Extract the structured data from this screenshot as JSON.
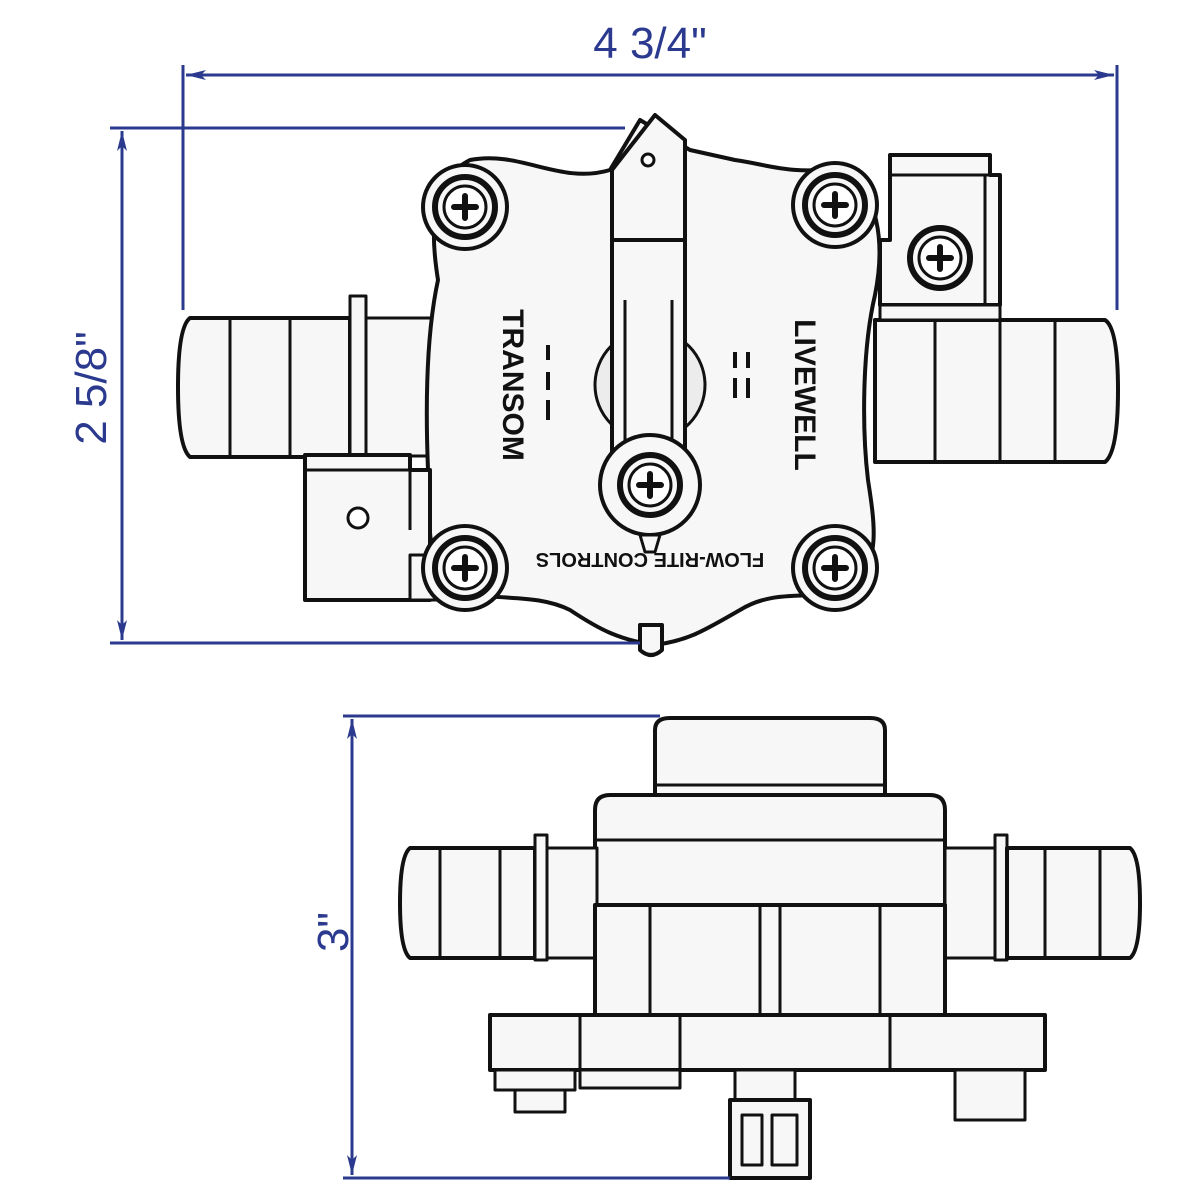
{
  "dimensions": {
    "width": "4 3/4\"",
    "height": "2 5/8\"",
    "depth": "3\""
  },
  "labels": {
    "left_port": "TRANSOM",
    "right_port": "LIVEWELL",
    "brand": "FLOW-RITE CONTROLS"
  },
  "colors": {
    "dimension": "#2b3a8e",
    "outline": "#111111",
    "body_fill": "#f7f7f7"
  }
}
